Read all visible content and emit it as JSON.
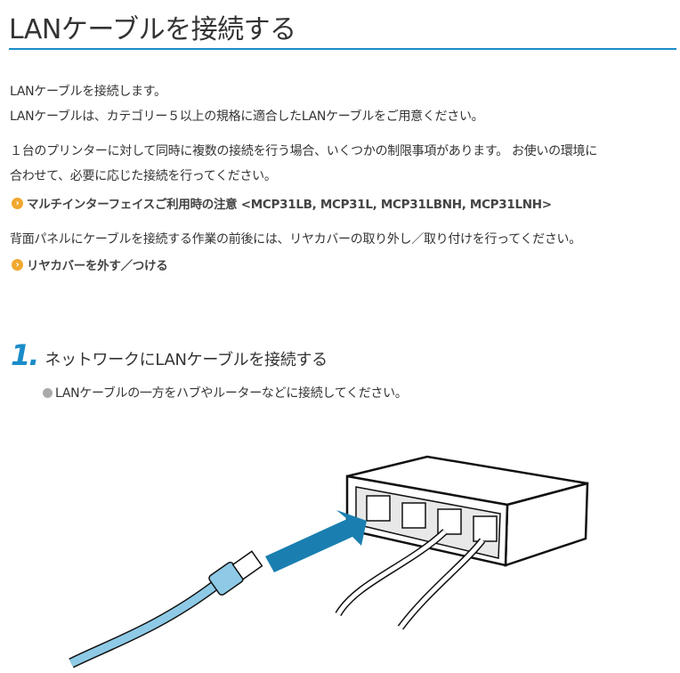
{
  "header": {
    "title": "LANケーブルを接続する"
  },
  "intro": {
    "line1": "LANケーブルを接続します。",
    "line2": "LANケーブルは、カテゴリー５以上の規格に適合したLANケーブルをご用意ください。",
    "line3": "１台のプリンターに対して同時に複数の接続を行う場合、いくつかの制限事項があります。 お使いの環境に",
    "line4": "合わせて、必要に応じた接続を行ってください。",
    "link1": "マルチインターフェイスご利用時の注意 <MCP31LB, MCP31L, MCP31LBNH, MCP31LNH>",
    "line5": "背面パネルにケーブルを接続する作業の前後には、リヤカバーの取り外し／取り付けを行ってください。",
    "link2": "リヤカバーを外す／つける"
  },
  "step1": {
    "number": "1.",
    "title": "ネットワークにLANケーブルを接続する",
    "bullet": "LANケーブルの一方をハブやルーターなどに接続してください。"
  },
  "colors": {
    "accent": "#1a8cc8",
    "link_icon": "#f0a830",
    "cable": "#8ecae6"
  }
}
